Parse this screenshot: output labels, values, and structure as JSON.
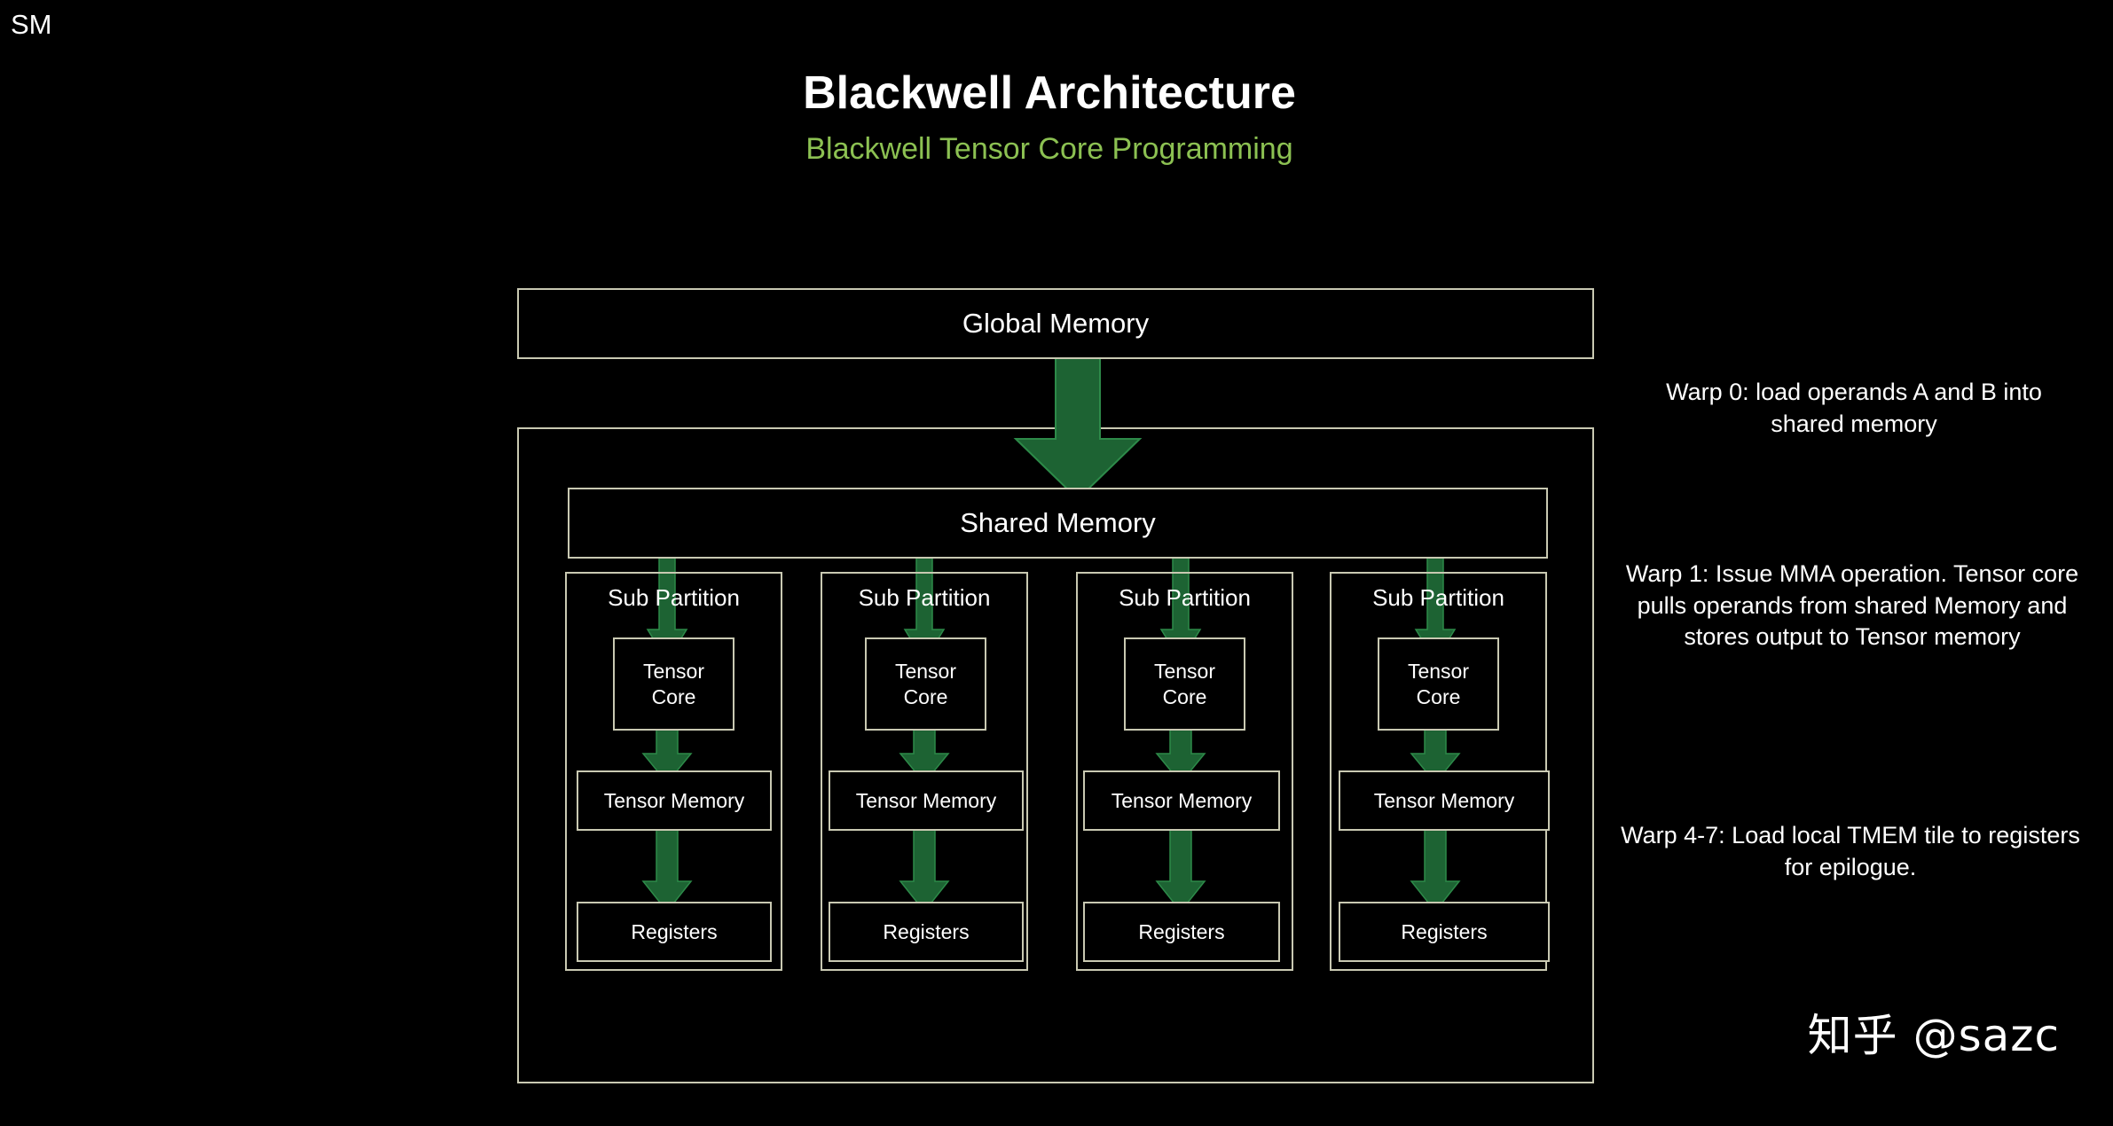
{
  "header": {
    "title": "Blackwell Architecture",
    "subtitle": "Blackwell Tensor Core Programming"
  },
  "colors": {
    "background": "#000000",
    "border": "#c9c9b2",
    "text": "#ffffff",
    "subtitle_green": "#8cc152",
    "arrow_green": "#1d6333",
    "arrow_edge_green": "#3fa860"
  },
  "diagram": {
    "global_memory": {
      "label": "Global Memory"
    },
    "sm": {
      "label": "SM"
    },
    "shared_memory": {
      "label": "Shared Memory"
    },
    "subpartitions": [
      {
        "title": "Sub Partition",
        "tensor_core": "Tensor\nCore",
        "tensor_core_line1": "Tensor",
        "tensor_core_line2": "Core",
        "tensor_memory": "Tensor Memory",
        "registers": "Registers"
      },
      {
        "title": "Sub Partition",
        "tensor_core_line1": "Tensor",
        "tensor_core_line2": "Core",
        "tensor_memory": "Tensor Memory",
        "registers": "Registers"
      },
      {
        "title": "Sub Partition",
        "tensor_core_line1": "Tensor",
        "tensor_core_line2": "Core",
        "tensor_memory": "Tensor Memory",
        "registers": "Registers"
      },
      {
        "title": "Sub Partition",
        "tensor_core_line1": "Tensor",
        "tensor_core_line2": "Core",
        "tensor_memory": "Tensor Memory",
        "registers": "Registers"
      }
    ]
  },
  "notes": {
    "warp0": "Warp 0: load operands A and B into shared memory",
    "warp1": "Warp 1: Issue MMA operation. Tensor core pulls operands from shared Memory and stores output to Tensor memory",
    "warp47": "Warp 4-7: Load local TMEM tile to registers for epilogue."
  },
  "watermark": {
    "text": "知乎 @sazc"
  }
}
